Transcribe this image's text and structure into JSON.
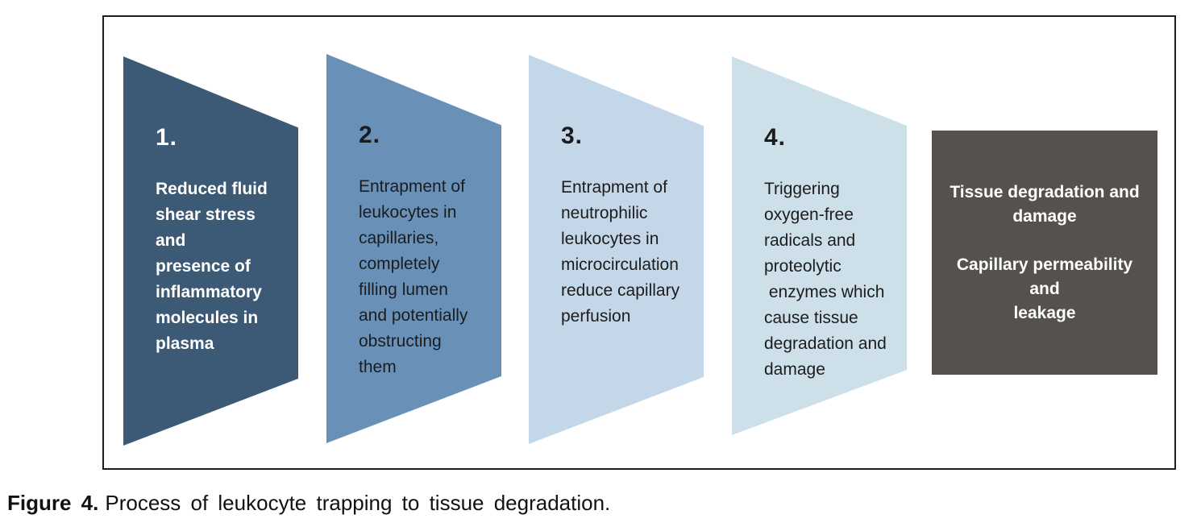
{
  "figure": {
    "steps": [
      {
        "number": "1.",
        "text": "Reduced fluid\nshear stress\nand\npresence of\ninflammatory\nmolecules in\nplasma",
        "color": "#3C5A76",
        "text_color": "#FFFFFF"
      },
      {
        "number": "2.",
        "text": "Entrapment of\nleukocytes in\ncapillaries,\ncompletely\nfilling lumen\nand potentially\nobstructing\nthem",
        "color": "#6991B8",
        "text_color": "#1C1C1C"
      },
      {
        "number": "3.",
        "text": "Entrapment of\nneutrophilic\nleukocytes in\nmicrocirculation\nreduce capillary\nperfusion",
        "color": "#C3D7E8",
        "text_color": "#1C1C1C"
      },
      {
        "number": "4.",
        "text": "Triggering\noxygen-free\nradicals and\nproteolytic\n enzymes which\ncause tissue\ndegradation and\ndamage",
        "color": "#CDE0EA",
        "text_color": "#1C1C1C"
      }
    ],
    "outcome_box": {
      "text": "Tissue degradation and\ndamage\n\nCapillary permeability and\nleakage",
      "color": "#55524E",
      "text_color": "#FFFFFF"
    },
    "border_color": "#1D1D1B"
  },
  "caption": {
    "label": "Figure 4.",
    "text": "Process of leukocyte trapping to tissue degradation."
  }
}
